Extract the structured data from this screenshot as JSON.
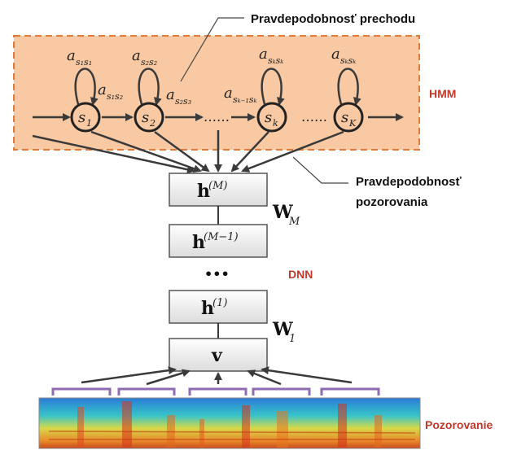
{
  "callouts": {
    "transition_prob": "Pravdepodobnosť prechodu",
    "observation_prob_line1": "Pravdepodobnosť",
    "observation_prob_line2": "pozorovania",
    "observation": "Pozorovanie"
  },
  "region_labels": {
    "hmm": "HMM",
    "dnn": "DNN"
  },
  "states": [
    {
      "base": "s",
      "sub": "1"
    },
    {
      "base": "s",
      "sub": "2"
    },
    {
      "base": "s",
      "sub": "k"
    },
    {
      "base": "s",
      "sub": "K"
    }
  ],
  "self_loops": [
    {
      "base": "a",
      "sub": "s₁s₁"
    },
    {
      "base": "a",
      "sub": "s₂s₂"
    },
    {
      "base": "a",
      "sub": "sₖsₖ"
    },
    {
      "base": "a",
      "sub": "sₖsₖ"
    }
  ],
  "transitions": [
    {
      "base": "a",
      "sub": "s₁s₂"
    },
    {
      "base": "a",
      "sub": "s₂s₃"
    },
    {
      "base": "a",
      "sub": "sₖ₋₁sₖ"
    }
  ],
  "ellipsis": "……",
  "layers": {
    "hM": {
      "base": "h",
      "sup": "(M)"
    },
    "hM1": {
      "base": "h",
      "sup": "(M−1)"
    },
    "dots": "•••",
    "h1": {
      "base": "h",
      "sup": "(1)"
    },
    "v": "v"
  },
  "weights": {
    "WM": {
      "base": "W",
      "sub": "M"
    },
    "W1": {
      "base": "W",
      "sub": "1"
    }
  },
  "colors": {
    "hmm_fill": "#f9c9a3",
    "hmm_border": "#e07b39",
    "accent_red": "#c0392b",
    "bracket": "#8e6bb3",
    "arrow": "#3a3a3a"
  }
}
